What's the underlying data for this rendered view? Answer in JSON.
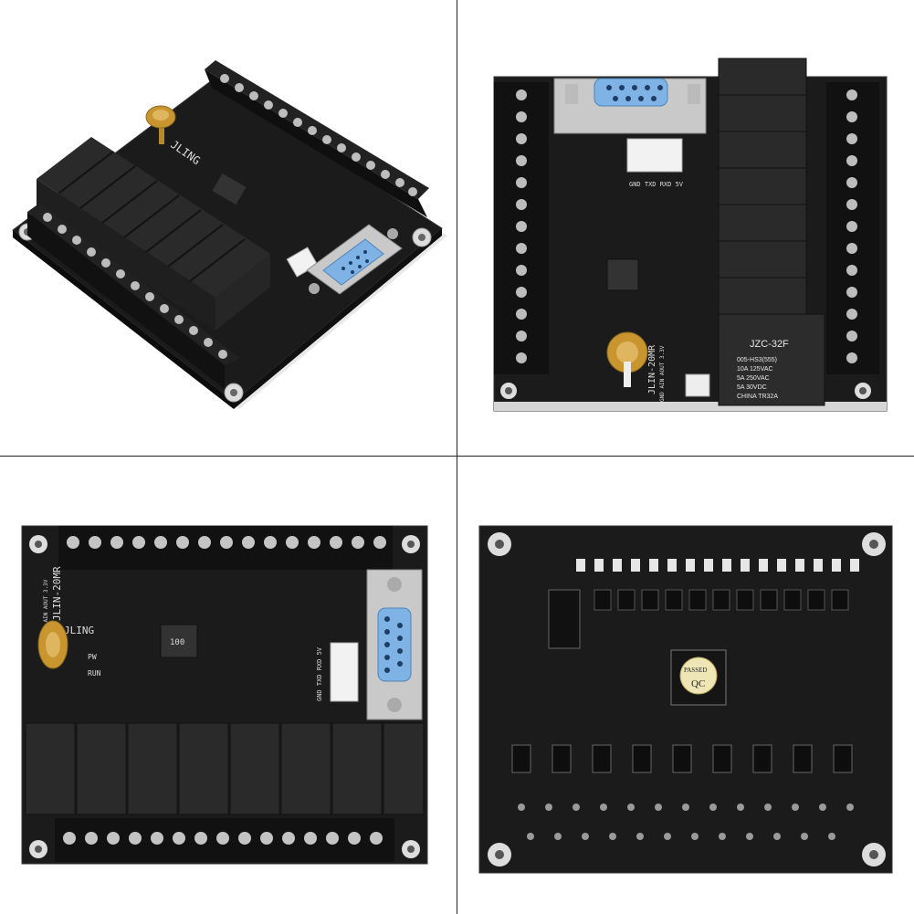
{
  "board": {
    "model_label": "JLIN-20MR",
    "brand_partial": "JLING",
    "pin_header_label": "GND AIN AOUT 3.3V",
    "serial_header_label": "GND TXD RXD 5V",
    "run_label": "RUN",
    "pw_label": "PW",
    "inductor_label": "100"
  },
  "relay": {
    "model": "JZC-32F",
    "spec_line1": "005-HS3(555)",
    "spec_line2": "10A 125VAC",
    "spec_line3": "5A 250VAC",
    "spec_line4": "5A 30VDC",
    "spec_line5": "CHINA TR32A"
  },
  "qc_sticker": {
    "line1": "PASSED",
    "line2": "QC"
  },
  "colors": {
    "pcb": "#1b1b1b",
    "relay": "#2a2a2a",
    "terminal": "#151515",
    "db9": "#7fb3e6",
    "steel": "#c9c9c9",
    "battery": "#c8952e",
    "connector_white": "#f2f2f2"
  }
}
